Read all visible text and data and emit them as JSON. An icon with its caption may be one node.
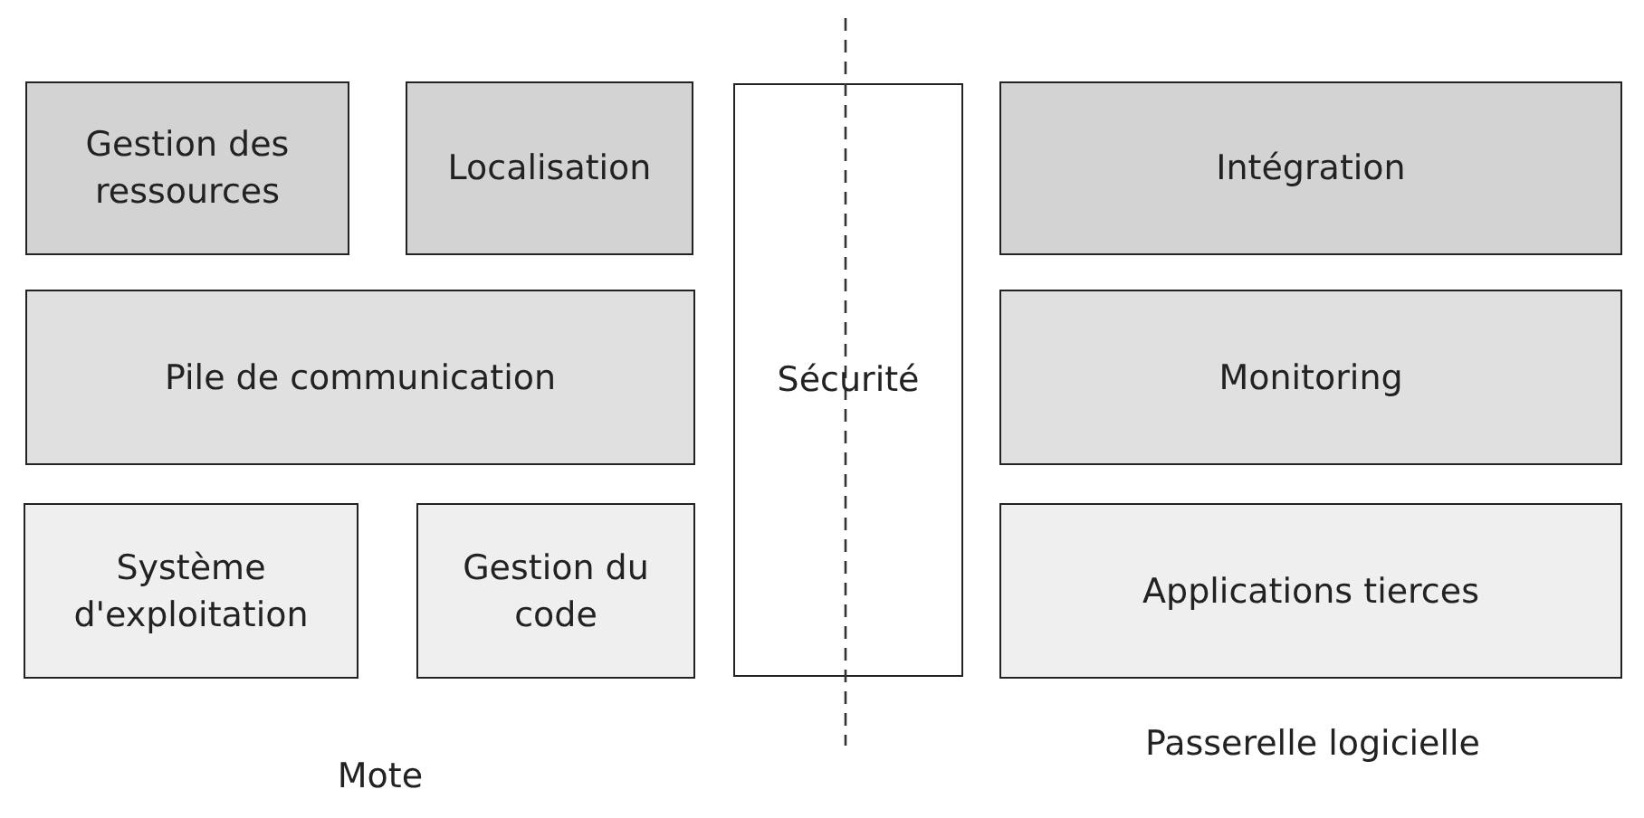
{
  "diagram": {
    "nodes": [
      {
        "text": [
          "Gestion des ressources"
        ]
      },
      {
        "text": [
          "Localisation"
        ]
      },
      {
        "text": [
          "Intégration"
        ]
      },
      {
        "text": [
          "Pile de communication"
        ]
      },
      {
        "text": [
          "Sécurité"
        ]
      },
      {
        "text": [
          "Monitoring"
        ]
      },
      {
        "text": [
          "Système d'exploitation"
        ]
      },
      {
        "text": [
          "Gestion du code"
        ]
      },
      {
        "text": [
          "Applications tierces"
        ]
      }
    ],
    "edges": [],
    "labels": [
      "Mote",
      "Passerelle logicielle"
    ]
  }
}
